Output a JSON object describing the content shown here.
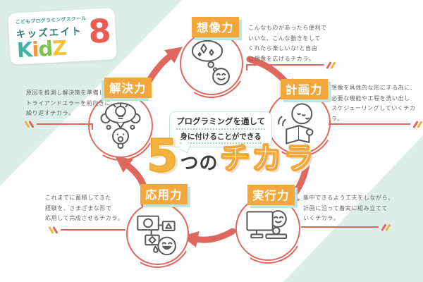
{
  "colors": {
    "mint_background": "#DDEEE9",
    "coral_accent": "#DF685E",
    "label_orange": "#F2A63C",
    "headline_gold": "#F2B33E",
    "label_shadow_teal": "#BFE3DD",
    "logo_teal": "#3FB3A7",
    "logo_dark_teal": "#2F7A6F",
    "logo_orange": "#F4973C",
    "logo_green": "#7DC24B",
    "logo_yellow": "#F4C33C",
    "logo_red": "#E95D55",
    "text_gray": "#666666"
  },
  "logo": {
    "tagline": "こどもプログラミングスクール",
    "name_kana": "キッズエイト",
    "letters": {
      "l1": "K",
      "l2": "i",
      "l3": "d",
      "l4": "Z",
      "l5": "8"
    }
  },
  "center": {
    "bubble_line1": "プログラミングを通して",
    "bubble_line2": "身に付けることができる",
    "number": "5",
    "counter": "つの",
    "power": "チカラ"
  },
  "abilities": [
    {
      "label": "想像力",
      "icon": "imagination-icon",
      "description": "こんなものがあったら便利で\nいいな、こんな動きをして\nくれたら楽しいな!と自由\nに想像を広げるチカラ。"
    },
    {
      "label": "計画力",
      "icon": "planning-icon",
      "description": "想像を具体的な形にする為に、\n必要な機能や工程を洗い出し\nスケジューリングしていくチカラ。"
    },
    {
      "label": "実行力",
      "icon": "execution-icon",
      "description": "集中できるよう工夫をしながら、\n計画に沿って着実に組み立てて\nいくチカラ。"
    },
    {
      "label": "応用力",
      "icon": "application-icon",
      "description": "これまでに蓄積してきた\n経験を、さまざまな形で\n応用して完成させるチカラ。"
    },
    {
      "label": "解決力",
      "icon": "solving-icon",
      "description": "原因を推測し解決策を準備して\nトライアンドエラーを前向きに\n繰り返すチカラ。"
    }
  ]
}
